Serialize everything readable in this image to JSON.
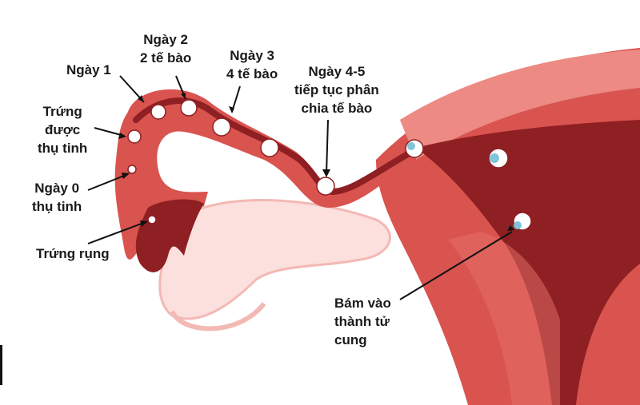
{
  "title": "Quá trình thụ tinh và làm tổ",
  "labels": {
    "day1": [
      "Ngày 1"
    ],
    "day2": [
      "Ngày 2",
      "2 tế bào"
    ],
    "day3": [
      "Ngày 3",
      "4 tế bào"
    ],
    "day45": [
      "Ngày 4-5",
      "tiếp tục phân",
      "chia tế bào"
    ],
    "fertilized": [
      "Trứng",
      "được",
      "thụ tinh"
    ],
    "day0": [
      "Ngày 0",
      "thụ tinh"
    ],
    "ovulation": [
      "Trứng rụng"
    ],
    "implant": [
      "Bám vào",
      "thành tử",
      "cung"
    ]
  },
  "colors": {
    "tissue": "#d9534f",
    "dark": "#8e1f22",
    "light": "#f3b9b5",
    "pale": "#fbe0dd"
  }
}
